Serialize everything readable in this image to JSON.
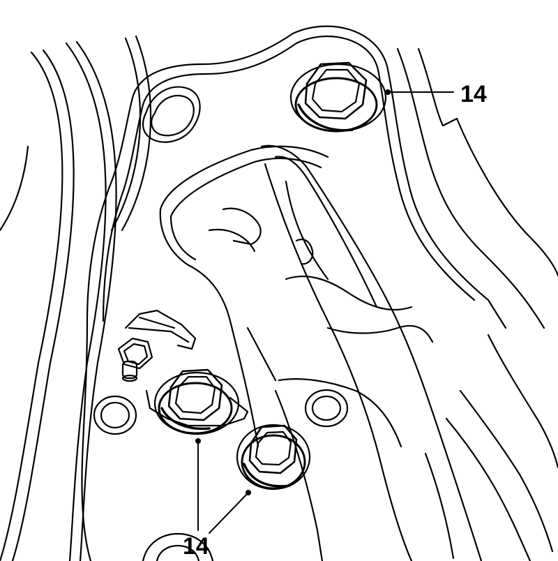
{
  "diagram": {
    "callouts": [
      {
        "id": "upper-right",
        "label": "14"
      },
      {
        "id": "bottom",
        "label": "14"
      }
    ],
    "colors": {
      "line": "#000000",
      "background": "#ffffff"
    }
  }
}
